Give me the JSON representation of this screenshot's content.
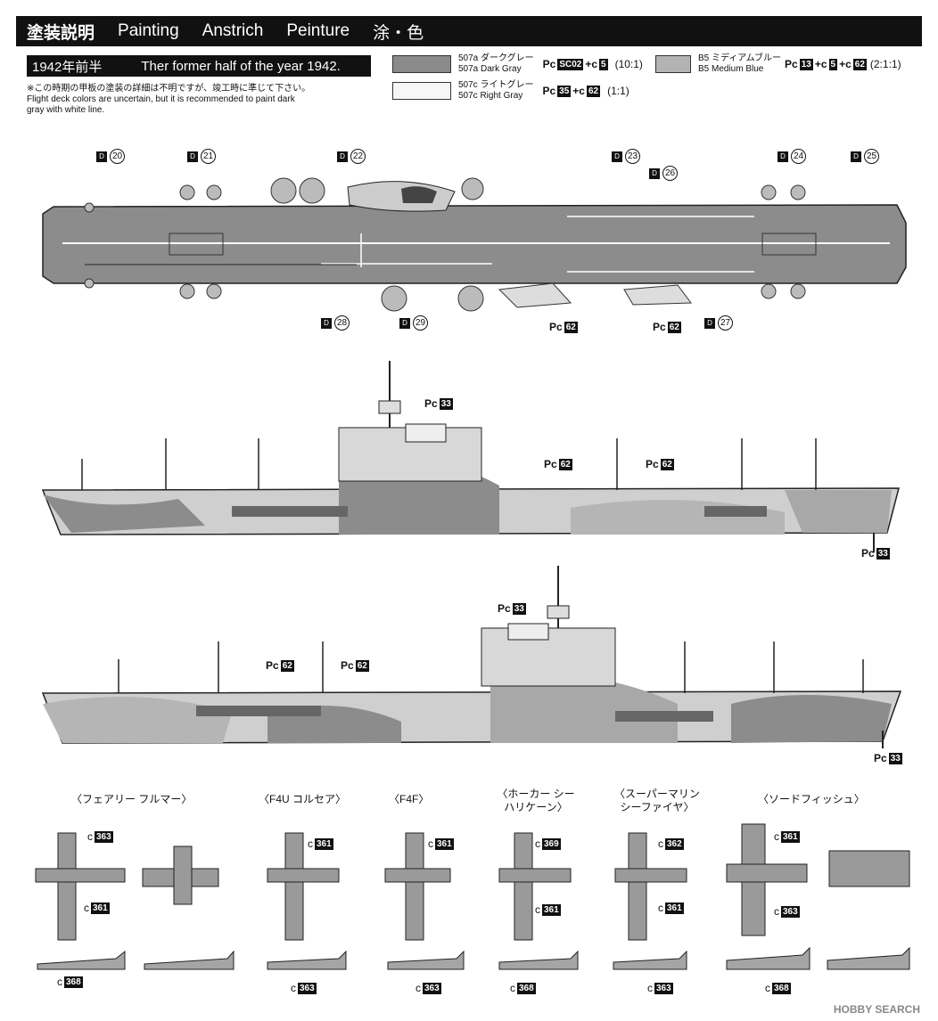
{
  "header": {
    "title_jp": "塗装説明",
    "title_en": "Painting",
    "title_de": "Anstrich",
    "title_fr": "Peinture",
    "title_jp2": "涂・色"
  },
  "era": {
    "jp": "1942年前半",
    "en": "Ther former half of the year 1942."
  },
  "note": {
    "jp": "※この時期の甲板の塗装の詳細は不明ですが、竣工時に準じて下さい。",
    "en": "Flight deck colors are uncertain, but it is recommended to paint dark gray with white line."
  },
  "legend": [
    {
      "code_jp": "507a ダークグレー",
      "code_en": "507a Dark Gray",
      "color": "#8a8a8a",
      "mix": [
        {
          "prefix": "Pc",
          "code": "SC02"
        },
        {
          "prefix": "+c",
          "code": "5"
        }
      ],
      "ratio": "(10:1)"
    },
    {
      "code_jp": "B5 ミディアムブルー",
      "code_en": "B5 Medium Blue",
      "color": "#b3b3b3",
      "mix": [
        {
          "prefix": "Pc",
          "code": "13"
        },
        {
          "prefix": "+c",
          "code": "5"
        },
        {
          "prefix": "+c",
          "code": "62"
        }
      ],
      "ratio": "(2:1:1)"
    },
    {
      "code_jp": "507c ライトグレー",
      "code_en": "507c Right Gray",
      "color": "#f6f6f6",
      "mix": [
        {
          "prefix": "Pc",
          "code": "35"
        },
        {
          "prefix": "+c",
          "code": "62"
        }
      ],
      "ratio": "(1:1)"
    }
  ],
  "deck_parts": [
    "20",
    "21",
    "22",
    "23",
    "24",
    "25",
    "26",
    "27",
    "28",
    "29"
  ],
  "deck_callouts": [
    "62",
    "62"
  ],
  "side1_callouts": [
    "33",
    "62",
    "62",
    "33"
  ],
  "side2_callouts": [
    "33",
    "62",
    "62",
    "33"
  ],
  "aircraft": [
    {
      "name": "〈フェアリー フルマー〉",
      "codes": [
        "363",
        "361",
        "368"
      ]
    },
    {
      "name": "〈F4U コルセア〉",
      "codes": [
        "361",
        "363"
      ]
    },
    {
      "name": "〈F4F〉",
      "codes": [
        "361",
        "363"
      ]
    },
    {
      "name": "〈ホーカー シーハリケーン〉",
      "codes": [
        "369",
        "361",
        "368"
      ]
    },
    {
      "name": "〈スーパーマリン シーファイヤ〉",
      "codes": [
        "362",
        "361",
        "363"
      ]
    },
    {
      "name": "〈ソードフィッシュ〉",
      "codes": [
        "361",
        "363",
        "368"
      ]
    }
  ],
  "common": {
    "pc": "Pc",
    "c": "c"
  },
  "watermark": "HOBBY SEARCH"
}
